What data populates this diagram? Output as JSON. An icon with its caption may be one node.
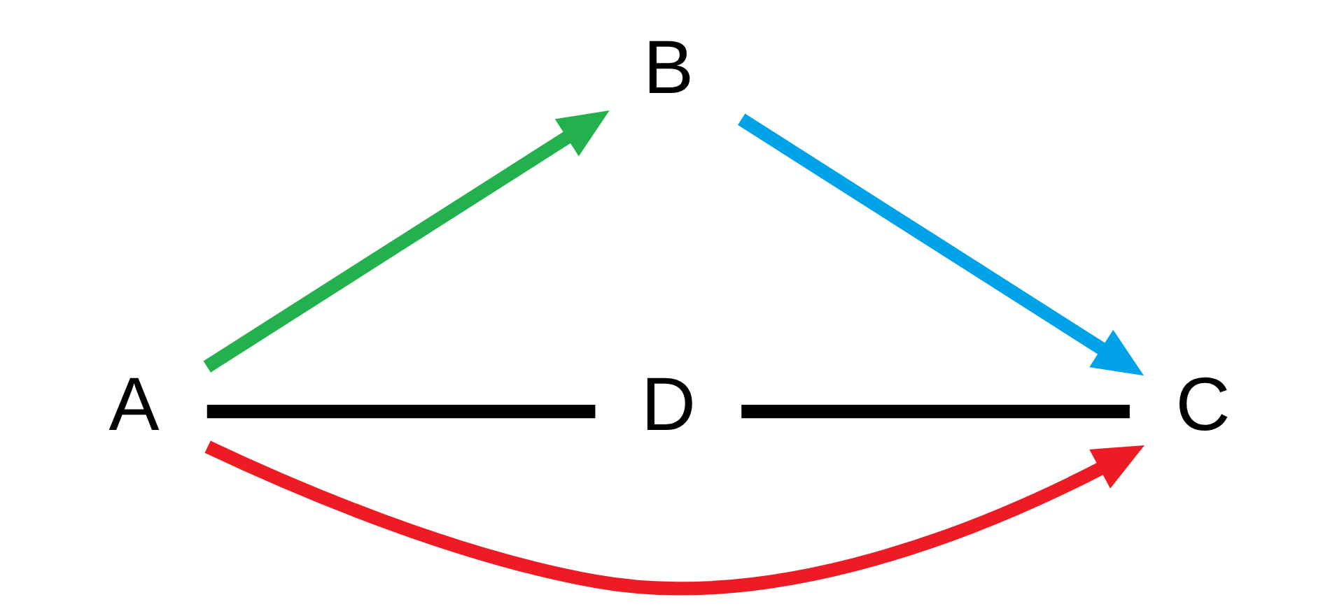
{
  "diagram": {
    "nodes": [
      {
        "text": [
          "A"
        ]
      },
      {
        "text": [
          "B"
        ]
      },
      {
        "text": [
          "D"
        ]
      },
      {
        "text": [
          "C"
        ]
      }
    ],
    "edges": [
      {
        "from": 0,
        "to": 1,
        "arrow": "to",
        "color": "#22b14c"
      },
      {
        "from": 1,
        "to": 3,
        "arrow": "to",
        "color": "#00a2e8"
      },
      {
        "from": 0,
        "to": 3,
        "arrow": "to",
        "color": "#ed1c24"
      },
      {
        "from": 0,
        "to": 2,
        "arrow": "none"
      },
      {
        "from": 2,
        "to": 3,
        "arrow": "none"
      }
    ]
  }
}
